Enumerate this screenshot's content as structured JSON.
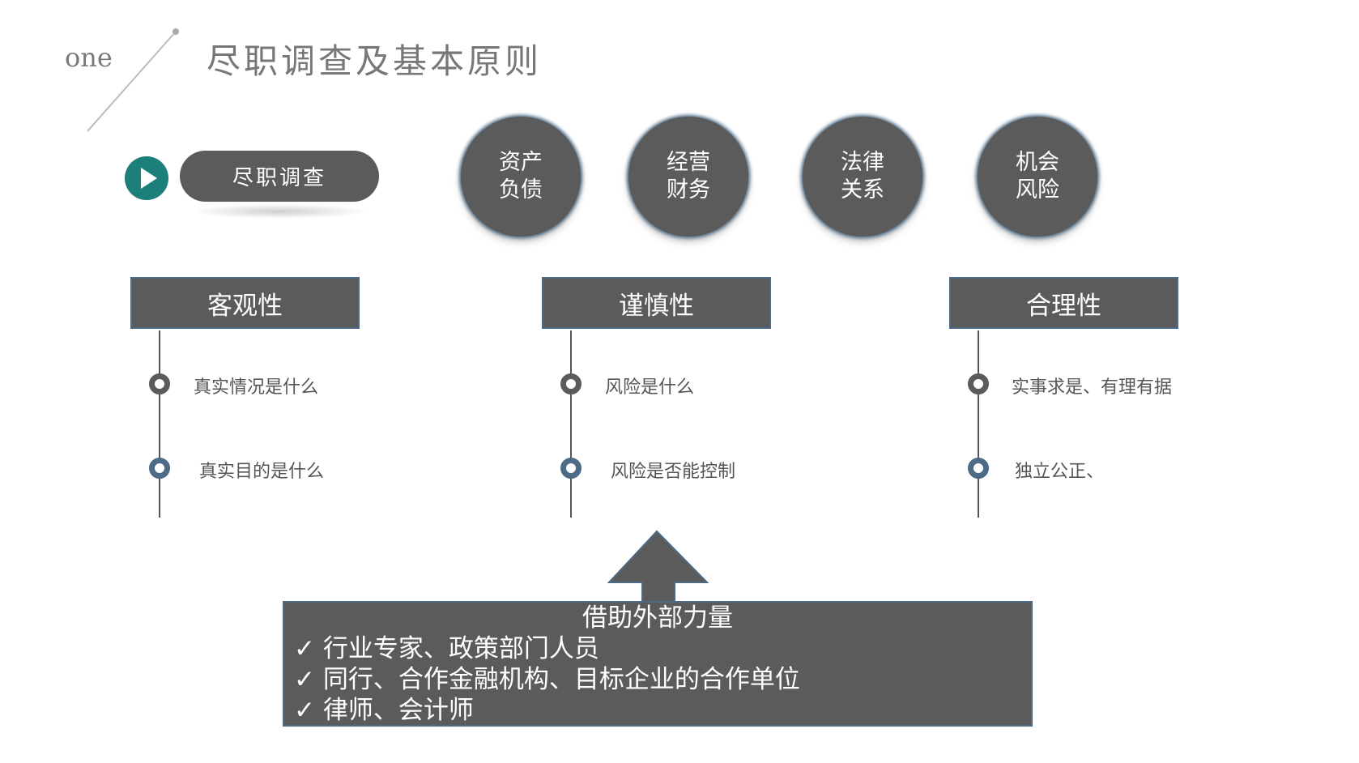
{
  "header": {
    "section_label": "one",
    "title": "尽职调查及基本原则"
  },
  "due_diligence": {
    "label": "尽职调查",
    "icon": "play-icon"
  },
  "topics": [
    "资产\n负债",
    "经营\n财务",
    "法律\n关系",
    "机会\n风险"
  ],
  "principles": [
    {
      "title": "客观性",
      "items": [
        "真实情况是什么",
        "真实目的是什么"
      ]
    },
    {
      "title": "谨慎性",
      "items": [
        "风险是什么",
        "风险是否能控制"
      ]
    },
    {
      "title": "合理性",
      "items": [
        "实事求是、有理有据",
        "独立公正、"
      ]
    }
  ],
  "external": {
    "title": "借助外部力量",
    "items": [
      "✓ 行业专家、政策部门人员",
      "✓ 同行、合作金融机构、目标企业的合作单位",
      "✓ 律师、会计师"
    ]
  },
  "colors": {
    "dark": "#5b5b5b",
    "border": "#4d6a86",
    "teal": "#1c7f7a"
  }
}
